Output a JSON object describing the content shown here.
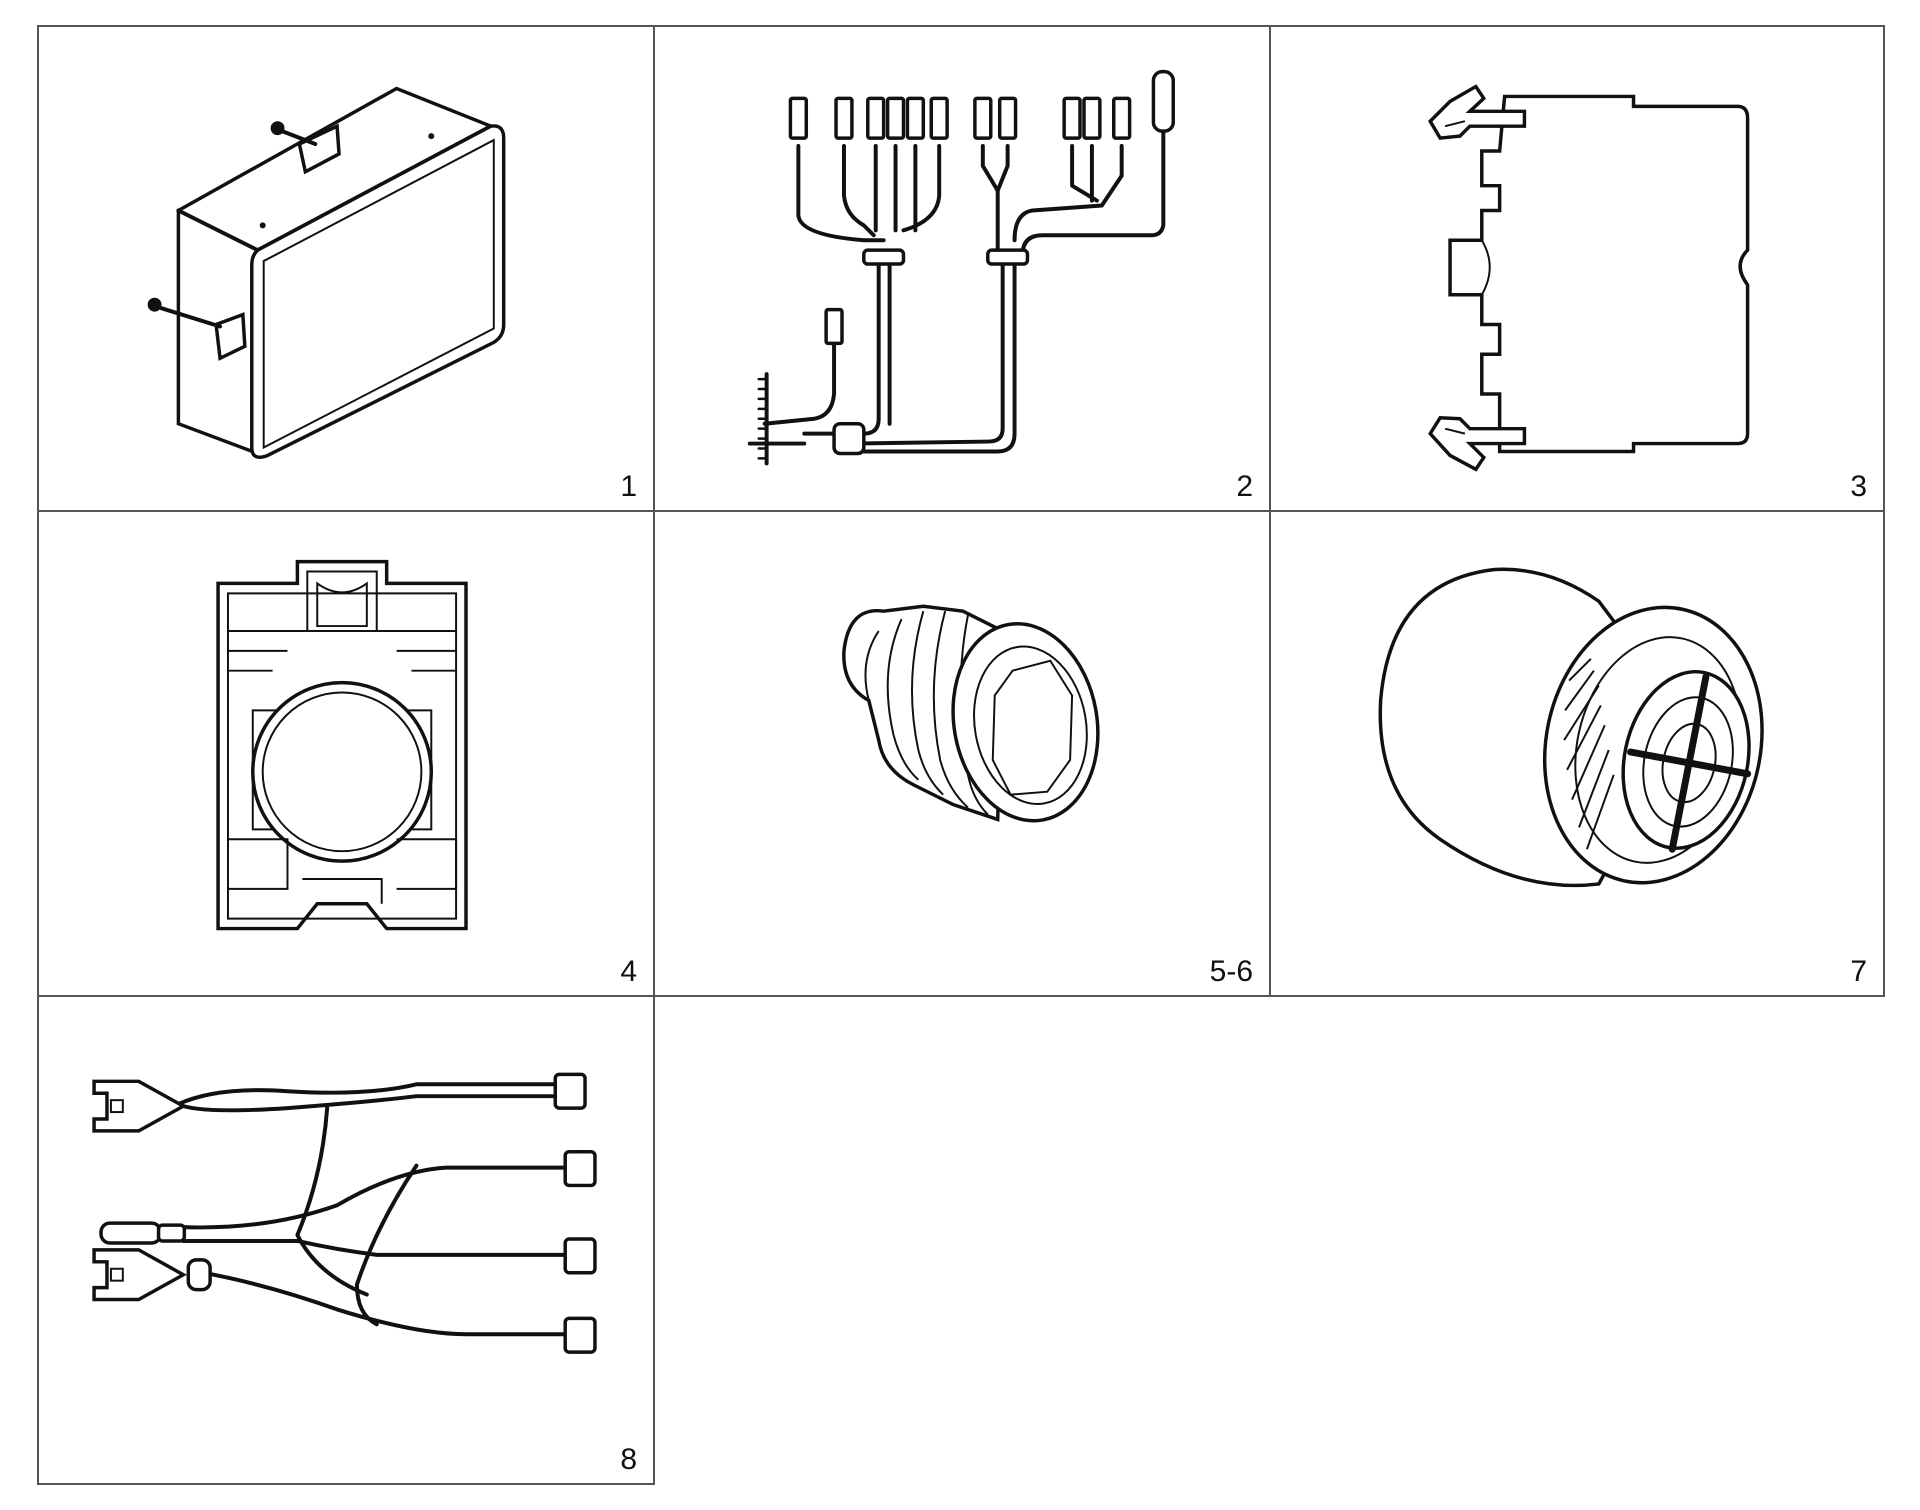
{
  "parts": [
    {
      "label": "1",
      "icon": "control-box-icon"
    },
    {
      "label": "2",
      "icon": "wiring-harness-icon"
    },
    {
      "label": "3",
      "icon": "contact-block-icon"
    },
    {
      "label": "4",
      "icon": "mounting-adapter-icon"
    },
    {
      "label": "5-6",
      "icon": "indicator-light-icon"
    },
    {
      "label": "7",
      "icon": "buzzer-icon"
    },
    {
      "label": "8",
      "icon": "cable-harness-icon"
    }
  ]
}
